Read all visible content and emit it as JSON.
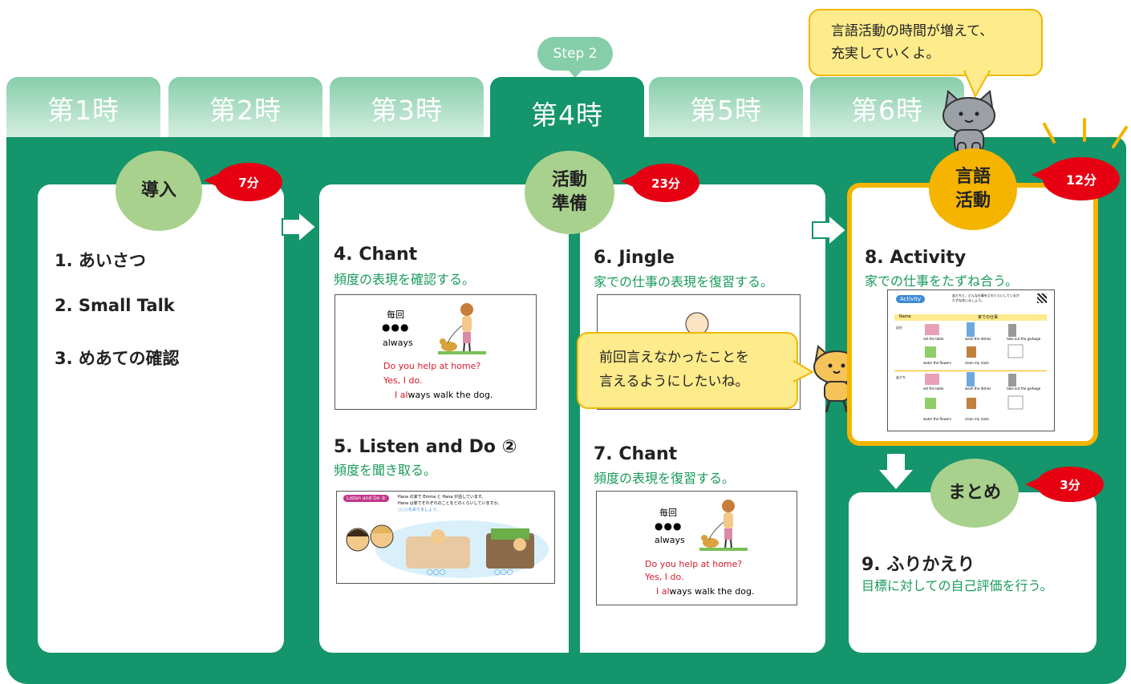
{
  "step_label": "Step 2",
  "tabs": [
    "第1時",
    "第2時",
    "第3時",
    "第4時",
    "第5時",
    "第6時"
  ],
  "active_tab": 3,
  "speech_top": {
    "line1": "言語活動の時間が増えて、",
    "line2": "充実していくよ。"
  },
  "speech_mid": {
    "line1": "前回言えなかったことを",
    "line2": "言えるようにしたいね。"
  },
  "phases": {
    "intro": {
      "label": "導入",
      "minutes": "7分"
    },
    "prep": {
      "label_line1": "活動",
      "label_line2": "準備",
      "minutes": "23分"
    },
    "lang": {
      "label_line1": "言語",
      "label_line2": "活動",
      "minutes": "12分"
    },
    "summary": {
      "label": "まとめ",
      "minutes": "3分"
    }
  },
  "intro_items": [
    "1. あいさつ",
    "2. Small Talk",
    "3. めあての確認"
  ],
  "items": {
    "chant4": {
      "title": "4. Chant",
      "sub": "頻度の表現を確認する。"
    },
    "listen5": {
      "title": "5. Listen and Do ②",
      "sub": "頻度を聞き取る。"
    },
    "jingle6": {
      "title": "6. Jingle",
      "sub": "家での仕事の表現を復習する。"
    },
    "chant7": {
      "title": "7. Chant",
      "sub": "頻度の表現を復習する。"
    },
    "activity8": {
      "title": "8. Activity",
      "sub": "家での仕事をたずね合う。"
    },
    "reflect9": {
      "title": "9. ふりかえり",
      "sub": "目標に対しての自己評価を行う。"
    }
  },
  "chant_card": {
    "header": "毎回",
    "dots": "●●●",
    "word": "always",
    "q": "Do you help at home?",
    "a": "Yes, I do.",
    "s_pre": "I ",
    "s_hl": "al",
    "s_post": "ways walk the dog."
  },
  "listen_card": {
    "badge": "Listen and Do ②",
    "line1": "Hana の家で Emma と Hana が話しています。",
    "line2": "Hana は家でそれぞれのことをどのくらいしていますか。",
    "line3": "○○○をぬりましょう。",
    "mark": "○○○"
  },
  "activity_card": {
    "badge": "Activity",
    "instr1": "友だちと、どんな仕事をどのくらいしているか",
    "instr2": "たずね合いましょう。",
    "col_name": "Name",
    "col_task": "家での仕事",
    "row1": "自分",
    "row2": "友だち",
    "tasks": [
      "set the table",
      "wash the dishes",
      "take out the garbage",
      "water the flowers",
      "clean my room"
    ],
    "mark": "○○○"
  },
  "colors": {
    "board": "#14956b",
    "tab_inactive": "#86cdaa",
    "badge": "#e60012",
    "gold": "#f4b400",
    "sub_text": "#1a9a5c"
  }
}
